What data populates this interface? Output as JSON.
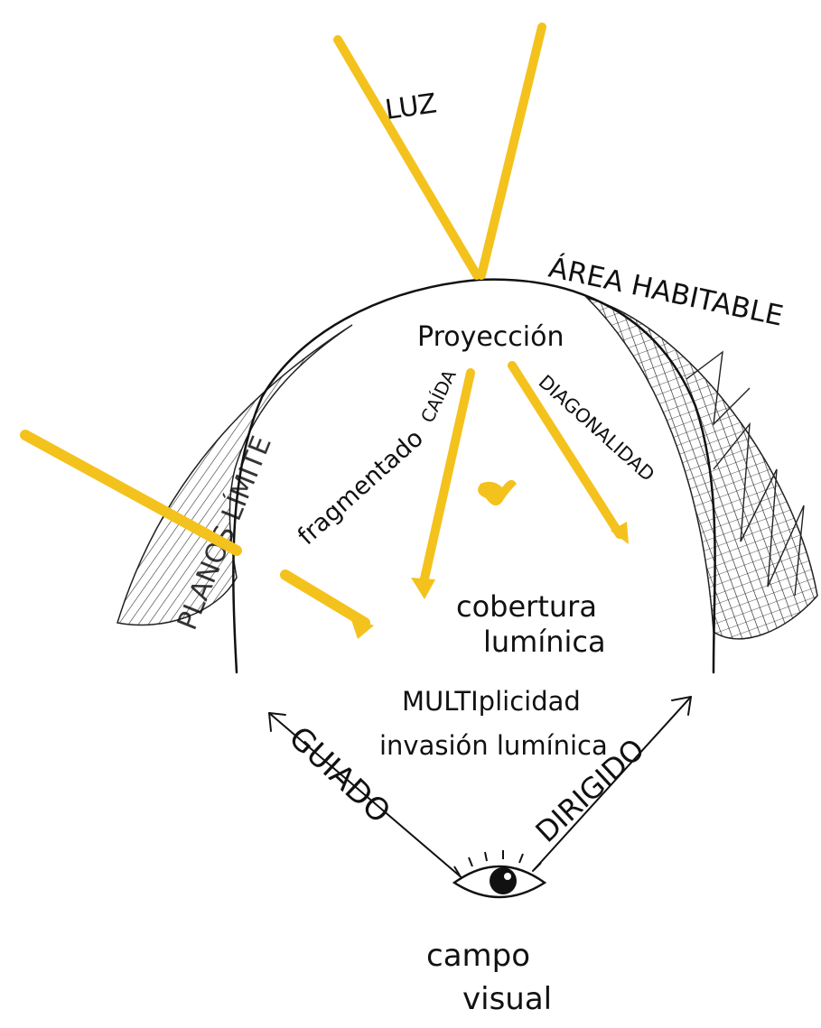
{
  "colors": {
    "ink": "#111111",
    "light": "#f4c21d",
    "paper": "#ffffff"
  },
  "labels": {
    "luz": "LUZ",
    "area_habitable": "ÁREA HABITABLE",
    "proyeccion": "Proyección",
    "caida": "CAÍDA",
    "diagonalidad": "DIAGONALIDAD",
    "fragmentado": "fragmentado",
    "cobertura": "cobertura",
    "luminica": "lumínica",
    "multiplicidad": "MULTIplicidad",
    "invasion": "invasión lumínica",
    "guiado": "GUIADO",
    "dirigido": "DIRIGIDO",
    "campo": "campo",
    "visual": "visual",
    "left_band": "PLANOS LÍMITE"
  },
  "icons": {
    "eye": "eye-icon"
  }
}
